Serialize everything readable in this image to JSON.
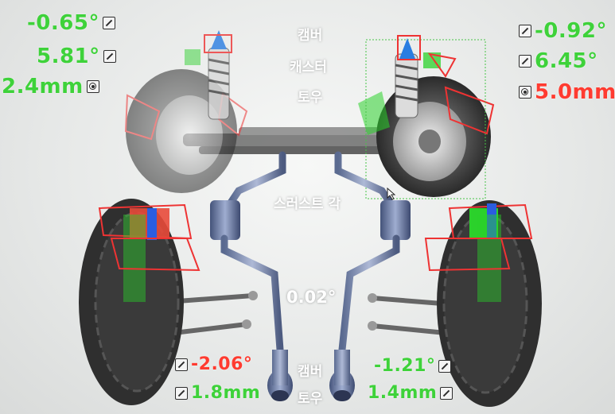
{
  "front": {
    "labels": {
      "camber": "캠버",
      "caster": "캐스터",
      "toe": "토우"
    },
    "left": {
      "camber": "-0.65°",
      "caster": "5.81°",
      "toe": "2.4mm"
    },
    "right": {
      "camber": "-0.92°",
      "caster": "6.45°",
      "toe": "5.0mm"
    }
  },
  "thrust": {
    "label": "스러스트 각",
    "value": "0.02°"
  },
  "rear": {
    "labels": {
      "camber": "캠버",
      "toe": "토우"
    },
    "left": {
      "camber": "-2.06°",
      "toe": "1.8mm"
    },
    "right": {
      "camber": "-1.21°",
      "toe": "1.4mm"
    }
  },
  "colors": {
    "in_spec": "#3ed23a",
    "out_of_spec": "#ff3b30"
  },
  "icons": {
    "camber": "angle-slash-icon",
    "caster": "angle-slash-icon",
    "toe": "target-icon"
  }
}
